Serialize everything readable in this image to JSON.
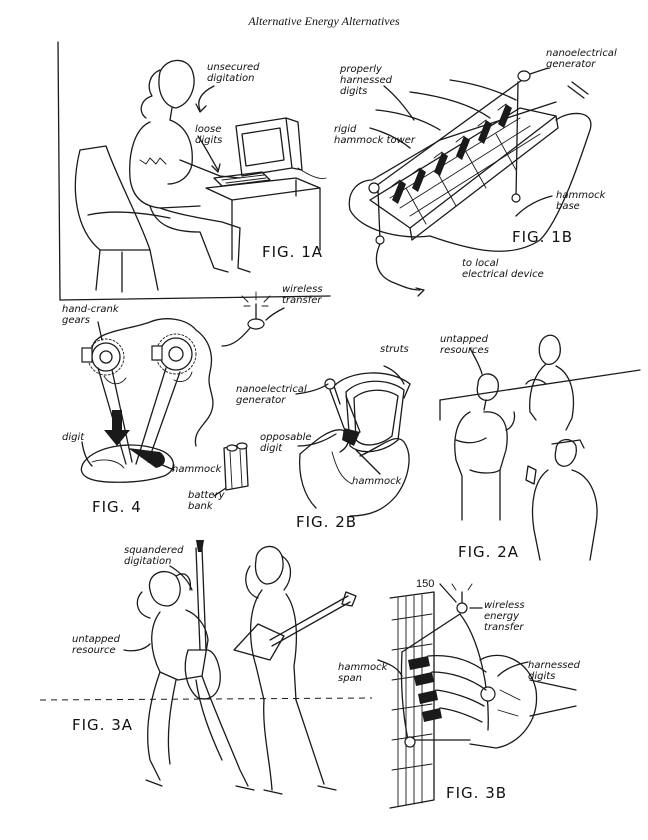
{
  "header": {
    "title": "Alternative Energy Alternatives"
  },
  "figures": {
    "fig1a": {
      "caption": "FIG. 1A",
      "labels": {
        "unsecured": "unsecured\ndigitation",
        "loose": "loose\ndigits"
      }
    },
    "fig1b": {
      "caption": "FIG. 1B",
      "labels": {
        "nanogen": "nanoelectrical\ngenerator",
        "harnessed": "properly\nharnessed\ndigits",
        "tower": "rigid\nhammock tower",
        "base": "hammock\nbase",
        "local": "to local\nelectrical device"
      }
    },
    "fig4": {
      "caption": "FIG. 4",
      "labels": {
        "gears": "hand-crank\ngears",
        "wireless": "wireless\ntransfer",
        "digit": "digit",
        "hammock": "hammock",
        "battery": "battery\nbank"
      }
    },
    "fig2b": {
      "caption": "FIG. 2B",
      "labels": {
        "struts": "struts",
        "nanogen": "nanoelectrical\ngenerator",
        "opposable": "opposable\ndigit",
        "hammock": "hammock"
      }
    },
    "fig2a": {
      "caption": "FIG. 2A",
      "labels": {
        "untapped": "untapped\nresources"
      }
    },
    "fig3a": {
      "caption": "FIG. 3A",
      "labels": {
        "squandered": "squandered\ndigitation",
        "untapped": "untapped\nresource"
      }
    },
    "fig3b": {
      "caption": "FIG. 3B",
      "ref": "150",
      "labels": {
        "wireless": "wireless\nenergy\ntransfer",
        "harnessed": "harnessed\ndigits",
        "span": "hammock\nspan"
      }
    }
  }
}
